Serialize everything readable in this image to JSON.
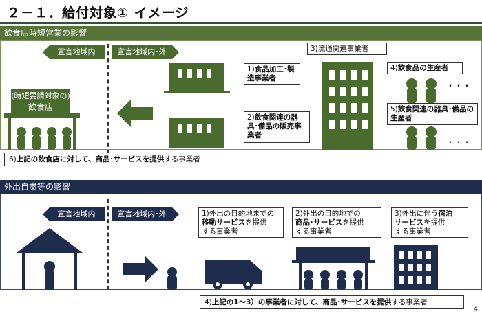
{
  "header": {
    "title": "２－１．給付対象① イメージ"
  },
  "section1": {
    "title": "飲食店時短営業の影響",
    "tag_left": "宣言地域内",
    "tag_right": "宣言地域内･外",
    "restaurant_top": "(時短要請対象の)",
    "restaurant_name": "飲食店",
    "c1_num": "1)",
    "c1_text": "食品加工･製造事業者",
    "c2_num": "2)",
    "c2_text": "飲食関連の器具･備品の販売事業者",
    "c3_text": "3)流通関連事業者",
    "c4_num": "4)",
    "c4_text": "飲食品の生産者",
    "c5_num": "5)",
    "c5_text": "飲食関連の器具･備品の生産者",
    "ellipsis": "・・・",
    "note_prefix": "6)",
    "note_bold": "上記の飲食店に対して、商品･サービスを提供",
    "note_suffix": "する事業者"
  },
  "section2": {
    "title": "外出自粛等の影響",
    "tag_left": "宣言地域内",
    "tag_right": "宣言地域内･外",
    "c1_line1": "1)外出の目的地までの",
    "c1_bold": "移動サービス",
    "c1_tail": "を提供",
    "c1_line3": "する事業者",
    "c2_line1": "2)外出の目的地での",
    "c2_bold": "商品･サービス",
    "c2_tail": "を提供",
    "c2_line3": "する事業者",
    "c3_pre": "3)外出に伴う",
    "c3_bold1": "宿泊",
    "c3_bold2": "サービス",
    "c3_tail": "を提供",
    "c3_line3": "する事業者",
    "note_prefix": "4)",
    "note_bold": "上記の1～3）の事業者に対して、商品･サービスを提供",
    "note_suffix": "する事業者"
  },
  "footer": {
    "page_number": "4"
  },
  "colors": {
    "green": "#4a6b2e",
    "navy": "#1f2d4d",
    "white": "#ffffff"
  }
}
